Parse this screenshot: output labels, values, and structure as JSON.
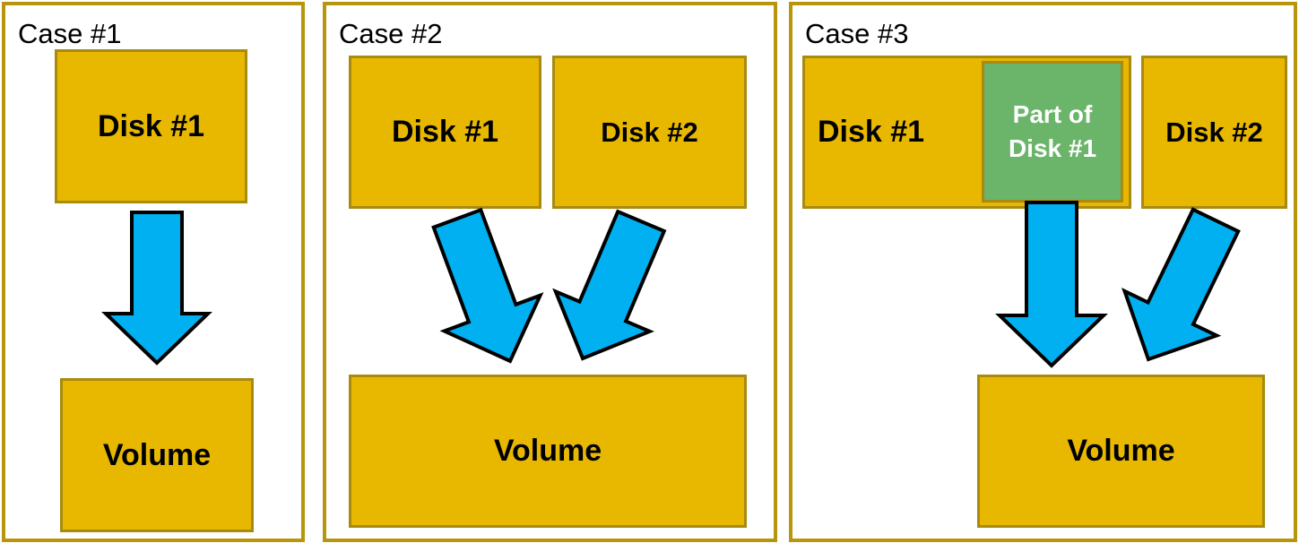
{
  "colors": {
    "panel_border": "#B8960C",
    "disk_fill": "#E8B800",
    "disk_border": "#A88A10",
    "partition_fill": "#6BB56B",
    "arrow_fill": "#00B0F0",
    "arrow_stroke": "#000000"
  },
  "cases": [
    {
      "title": "Case #1",
      "disks": [
        {
          "label": "Disk #1"
        }
      ],
      "volume": "Volume"
    },
    {
      "title": "Case #2",
      "disks": [
        {
          "label": "Disk #1"
        },
        {
          "label": "Disk #2"
        }
      ],
      "volume": "Volume"
    },
    {
      "title": "Case #3",
      "disks": [
        {
          "label": "Disk #1"
        },
        {
          "label": "Disk #2"
        }
      ],
      "partition": {
        "line1": "Part of",
        "line2": "Disk #1"
      },
      "volume": "Volume"
    }
  ]
}
